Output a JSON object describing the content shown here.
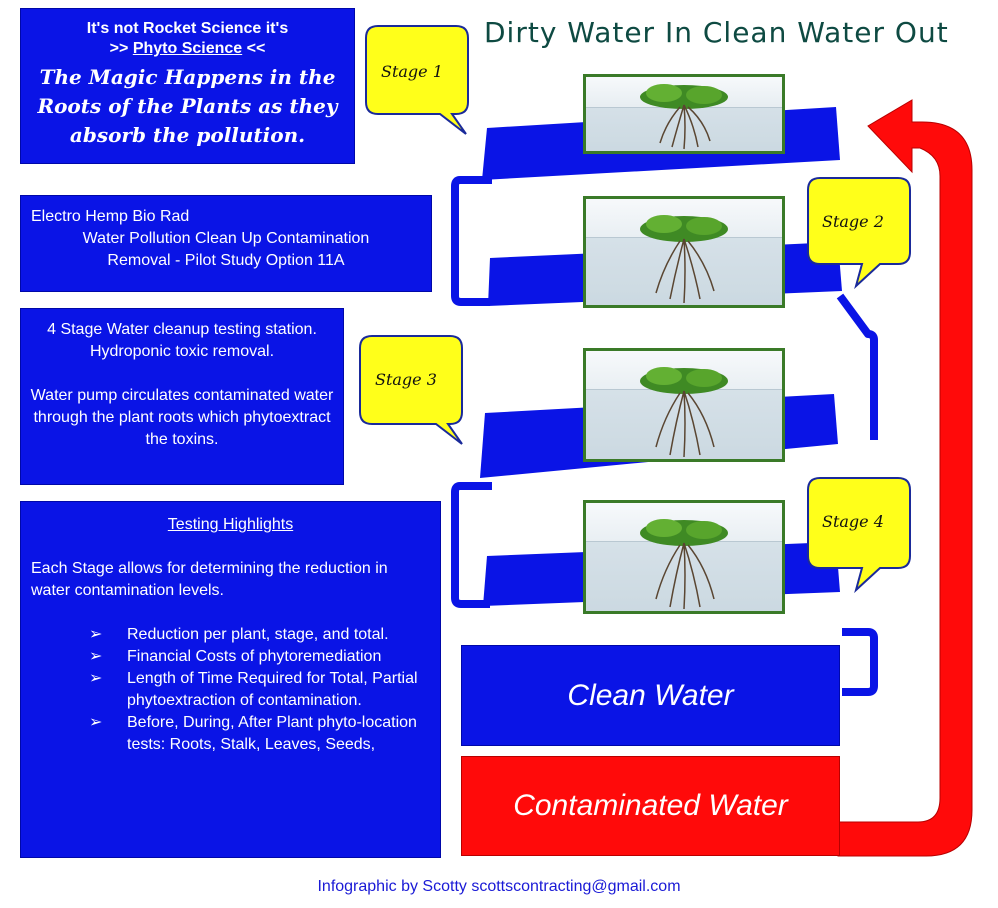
{
  "intro": {
    "line1": "It's not Rocket Science it's",
    "line2_pre": ">> ",
    "line2_link": "Phyto Science",
    "line2_post": " <<",
    "magic": "The Magic Happens in the Roots of the Plants as they absorb the pollution."
  },
  "project": {
    "line1": "Electro Hemp Bio Rad",
    "line2": "Water Pollution Clean Up Contamination",
    "line3": "Removal - Pilot Study Option 11A"
  },
  "station": {
    "p1": "4 Stage Water cleanup testing station. Hydroponic toxic removal.",
    "p2": "Water pump circulates contaminated water through the plant roots which phytoextract the toxins."
  },
  "highlights": {
    "heading": "Testing Highlights",
    "intro": "Each Stage allows for determining the reduction in water contamination levels.",
    "bullet_glyph": "➢",
    "items": [
      "Reduction per plant, stage, and total.",
      "Financial Costs of phytoremediation",
      "Length of Time Required for Total, Partial phytoextraction of contamination.",
      "Before, During, After Plant phyto-location tests: Roots, Stalk, Leaves, Seeds,"
    ]
  },
  "title": "Dirty Water In Clean Water Out",
  "stages": [
    "Stage 1",
    "Stage 2",
    "Stage 3",
    "Stage 4"
  ],
  "clean_label": "Clean Water",
  "contaminated_label": "Contaminated Water",
  "credit": "Infographic by Scotty scottscontracting@gmail.com",
  "colors": {
    "panel_blue": "#0a14e6",
    "bubble_yellow": "#ffff1a",
    "arrow_red": "#ff0a0a",
    "title_green": "#0e4a42",
    "photo_border": "#3a7a28"
  }
}
